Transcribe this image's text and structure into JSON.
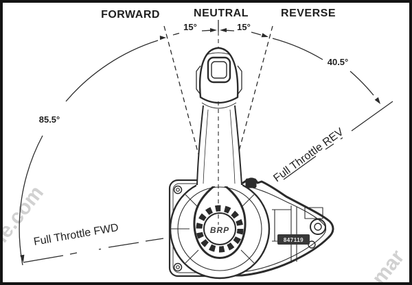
{
  "diagram": {
    "position_labels": {
      "forward": "FORWARD",
      "neutral": "NEUTRAL",
      "reverse": "REVERSE"
    },
    "angles": {
      "forward_detent": "15°",
      "reverse_detent": "15°",
      "forward_travel": "85.5°",
      "reverse_travel": "40.5°"
    },
    "annotations": {
      "full_throttle_fwd": "Full Throttle FWD",
      "full_throttle_rev": "Full Throttle REV"
    },
    "device": {
      "brand": "BRP",
      "part_number": "847119"
    },
    "watermark": {
      "left_fragment": "le.com",
      "bottom_right_fragment": "mar"
    },
    "colors": {
      "line": "#2b2b2b",
      "watermark": "#c9c9c9",
      "background": "#ffffff",
      "border": "#141414"
    }
  }
}
